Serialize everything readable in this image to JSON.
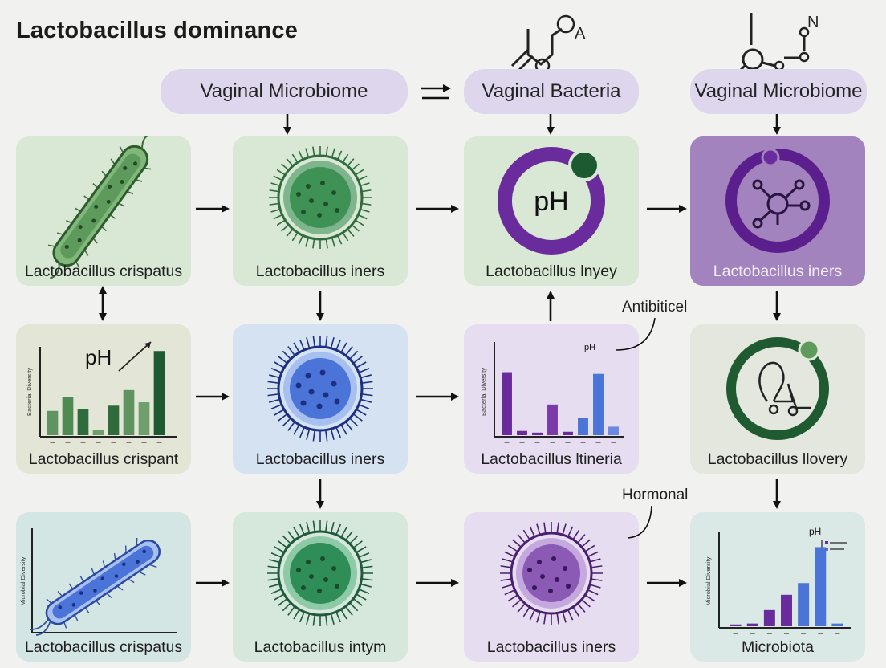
{
  "title": "Lactobacillus dominance",
  "headers": {
    "h1": "Vaginal Microbiome",
    "h2": "Vaginal Bacteria",
    "h3": "Vaginal Microbiome"
  },
  "molecule_labels": {
    "a": "A",
    "n": "N"
  },
  "cards": {
    "r1c1": "Lactobacillus crispatus",
    "r1c2": "Lactobacillus iners",
    "r1c3": "Lactobacillus lnyey",
    "r1c4": "Lactobacillus iners",
    "r2c1": "Lactobacillus crispant",
    "r2c2": "Lactobacillus iners",
    "r2c3": "Lactobacillus ltineria",
    "r2c4": "Lactobacillus llovery",
    "r3c1": "Lactobacillus crispatus",
    "r3c2": "Lactobacillus intym",
    "r3c3": "Lactobacillus iners",
    "r3c4": "Microbiota"
  },
  "callouts": {
    "antibiotic": "Antibiticel",
    "hormonal": "Hormonal"
  },
  "ph_text": "pH",
  "axis_labels": {
    "diversity": "Bacterial Diversity",
    "microbial": "Microbial Diversity"
  },
  "colors": {
    "green_dark": "#2f6b3c",
    "green_mid": "#5f9460",
    "purple": "#6a2c9c",
    "blue": "#4a74d8"
  },
  "chart_data": [
    {
      "type": "bar",
      "title": "",
      "ylabel": "Bacterial Diversity",
      "values": [
        28,
        44,
        30,
        6,
        34,
        52,
        38,
        97
      ],
      "ylim": [
        0,
        100
      ]
    },
    {
      "type": "bar",
      "title": "",
      "ylabel": "Bacterial Diversity",
      "values": [
        74,
        5,
        3,
        36,
        4,
        20,
        72,
        10
      ],
      "ylim": [
        0,
        100
      ],
      "annotation": "pH"
    },
    {
      "type": "bar",
      "title": "",
      "ylabel": "Microbial Diversity",
      "values": [
        2,
        3,
        18,
        35,
        48,
        88,
        3
      ],
      "ylim": [
        0,
        100
      ],
      "annotation": "pH"
    }
  ]
}
